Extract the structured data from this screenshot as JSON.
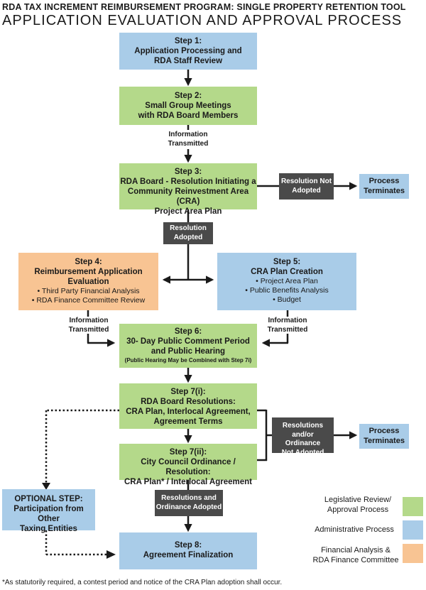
{
  "header": {
    "line1": "RDA TAX INCREMENT REIMBURSEMENT PROGRAM: SINGLE PROPERTY RETENTION TOOL",
    "line2": "APPLICATION EVALUATION AND APPROVAL PROCESS"
  },
  "steps": {
    "s1": {
      "title": "Step 1:",
      "line1": "Application Processing and",
      "line2": "RDA Staff Review"
    },
    "s2": {
      "title": "Step 2:",
      "line1": "Small Group Meetings",
      "line2": "with RDA Board Members"
    },
    "s3": {
      "title": "Step 3:",
      "line1": "RDA Board - Resolution Initiating a",
      "line2": "Community Reinvestment Area (CRA)",
      "line3": "Project Area Plan"
    },
    "s4": {
      "title": "Step 4:",
      "line1": "Reimbursement Application",
      "line2": "Evaluation",
      "b1": "• Third Party Financial Analysis",
      "b2": "• RDA Finance Committee Review"
    },
    "s5": {
      "title": "Step 5:",
      "line1": "CRA Plan Creation",
      "b1": "• Project Area Plan",
      "b2": "• Public Benefits Analysis",
      "b3": "• Budget"
    },
    "s6": {
      "title": "Step 6:",
      "line1": "30- Day Public Comment Period",
      "line2": "and Public Hearing",
      "note": "(Public Hearing May be Combined with Step 7i)"
    },
    "s7i": {
      "title": "Step 7(i):",
      "line1": "RDA Board Resolutions:",
      "line2": "CRA Plan, Interlocal Agreement,",
      "line3": "Agreement Terms"
    },
    "s7ii": {
      "title": "Step 7(ii):",
      "line1": "City Council Ordinance / Resolution:",
      "line2": "CRA Plan* / Interlocal Agreement"
    },
    "s8": {
      "title": "Step 8:",
      "line1": "Agreement Finalization"
    },
    "optional": {
      "title": "OPTIONAL STEP:",
      "line1": "Participation from Other",
      "line2": "Taxing Entities"
    }
  },
  "decisions": {
    "not_adopted": {
      "line1": "Resolution Not",
      "line2": "Adopted"
    },
    "adopted": {
      "line1": "Resolution",
      "line2": "Adopted"
    },
    "res_ord_not": {
      "line1": "Resolutions and/or",
      "line2": "Ordinance",
      "line3": "Not Adopted"
    },
    "res_ord_adopted": {
      "line1": "Resolutions and",
      "line2": "Ordinance Adopted"
    }
  },
  "terminates": {
    "t1": {
      "line1": "Process",
      "line2": "Terminates"
    },
    "t2": {
      "line1": "Process",
      "line2": "Terminates"
    }
  },
  "labels": {
    "info1": {
      "line1": "Information",
      "line2": "Transmitted"
    },
    "info_left": {
      "line1": "Information",
      "line2": "Transmitted"
    },
    "info_right": {
      "line1": "Information",
      "line2": "Transmitted"
    }
  },
  "legend": [
    {
      "line1": "Legislative Review/",
      "line2": "Approval Process",
      "color": "#b4d98a"
    },
    {
      "line1": "Administrative Process",
      "line2": "",
      "color": "#a9cce8"
    },
    {
      "line1": "Financial Analysis &",
      "line2": "RDA Finance Committee",
      "color": "#f8c493"
    }
  ],
  "footnote": "*As statutorily required, a contest period and notice of the CRA Plan adoption shall occur."
}
